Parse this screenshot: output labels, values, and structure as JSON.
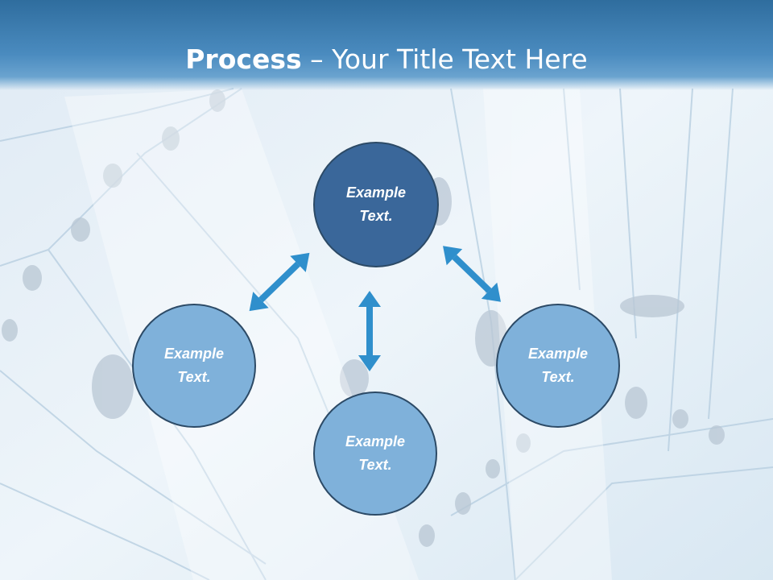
{
  "title": {
    "bold": "Process",
    "rest": " – Your Title Text Here"
  },
  "nodes": [
    {
      "line1": "Example",
      "line2": "Text.",
      "style": "dark"
    },
    {
      "line1": "Example",
      "line2": "Text.",
      "style": "light"
    },
    {
      "line1": "Example",
      "line2": "Text.",
      "style": "light"
    },
    {
      "line1": "Example",
      "line2": "Text.",
      "style": "light"
    }
  ],
  "colors": {
    "header": "#2f6d9e",
    "dark_node": "#3a679a",
    "light_node": "#7fb1da",
    "arrow": "#2f8fcc",
    "node_border": "#2c4a66"
  }
}
